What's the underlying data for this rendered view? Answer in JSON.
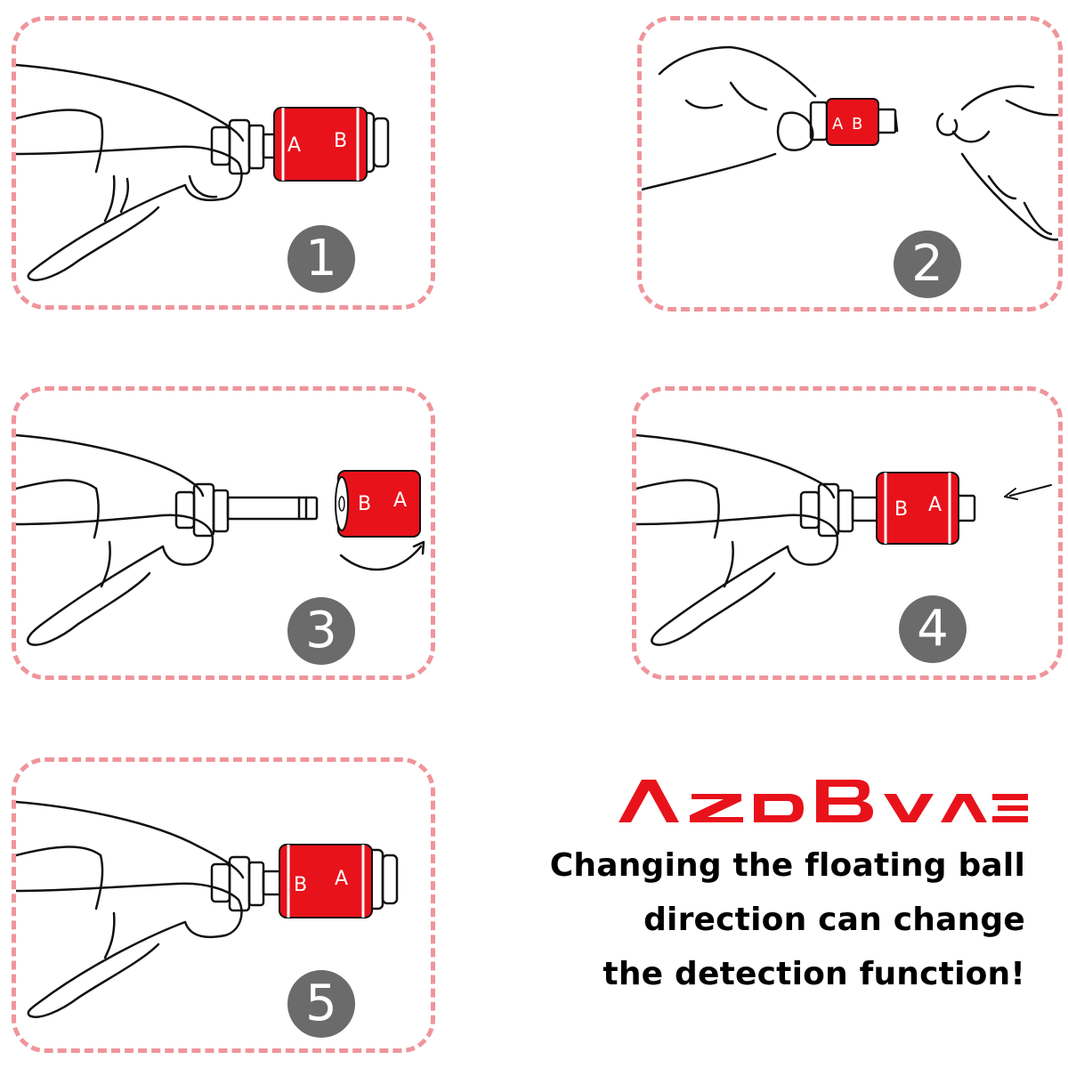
{
  "steps": [
    {
      "number": "1",
      "labels": [
        "A",
        "B"
      ]
    },
    {
      "number": "2",
      "labels": [
        "A",
        "B"
      ]
    },
    {
      "number": "3",
      "labels": [
        "B",
        "A"
      ]
    },
    {
      "number": "4",
      "labels": [
        "B",
        "A"
      ]
    },
    {
      "number": "5",
      "labels": [
        "B",
        "A"
      ]
    }
  ],
  "brand": {
    "logo_text": "AzdBvae",
    "color": "#e8121b"
  },
  "caption": {
    "line1": "Changing the floating ball",
    "line2": "direction can change",
    "line3": "the detection function!"
  },
  "colors": {
    "border": "#ef959b",
    "float_red": "#e8121b",
    "badge": "#6b6b6b"
  }
}
